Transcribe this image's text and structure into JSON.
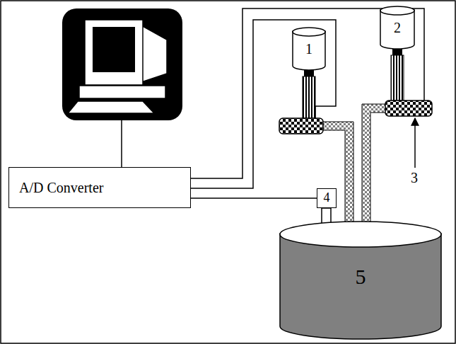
{
  "diagram": {
    "nodes": [
      {
        "text": [
          "A/D Converter"
        ]
      },
      {
        "text": [
          "1"
        ]
      },
      {
        "text": [
          "2"
        ]
      },
      {
        "text": [
          "4"
        ]
      },
      {
        "text": [
          "5"
        ]
      }
    ],
    "edges": [
      {
        "from": 0,
        "to": 3,
        "arrow": "none"
      }
    ],
    "labels": [
      "3"
    ]
  }
}
